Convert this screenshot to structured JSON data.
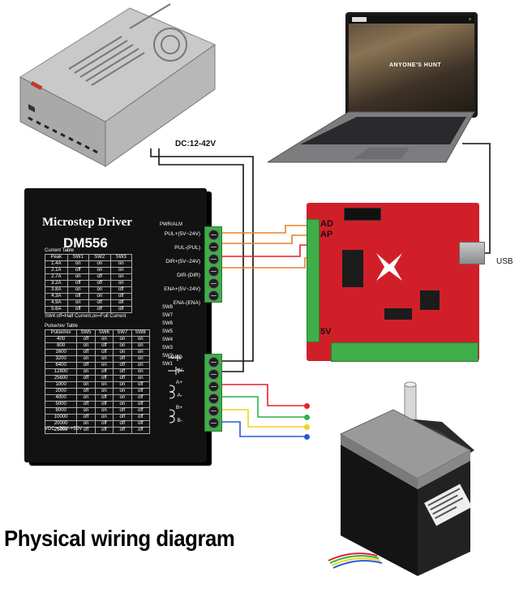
{
  "title": "Physical wiring diagram",
  "power_label": "DC:12-42V",
  "usb_label": "USB",
  "driver": {
    "title": "Microstep Driver",
    "model": "DM556",
    "pwr_alm": "PWR/ALM",
    "control_pins": [
      "PUL+(5V~24V)",
      "PUL-(PUL)",
      "DIR+(5V~24V)",
      "DIR-(DIR)",
      "ENA+(5V~24V)",
      "ENA-(ENA)"
    ],
    "power_pins": [
      "GND",
      "+V",
      "A+",
      "A-",
      "B+",
      "B-"
    ],
    "current_table": {
      "caption": "Current  Table",
      "headers": [
        "Peak",
        "SW1",
        "SW2",
        "SW3"
      ],
      "rows": [
        [
          "1.4A",
          "on",
          "on",
          "on"
        ],
        [
          "2.1A",
          "off",
          "on",
          "on"
        ],
        [
          "2.7A",
          "on",
          "off",
          "on"
        ],
        [
          "3.2A",
          "off",
          "off",
          "on"
        ],
        [
          "3.8A",
          "on",
          "on",
          "off"
        ],
        [
          "4.3A",
          "off",
          "on",
          "off"
        ],
        [
          "4.9A",
          "on",
          "off",
          "off"
        ],
        [
          "5.6A",
          "off",
          "off",
          "off"
        ]
      ]
    },
    "sw4_note": "SW4:off=Half Current,on=Full Current",
    "pulse_table": {
      "caption": "Pulse/rev Table",
      "headers": [
        "Pulse/rev",
        "SW5",
        "SW6",
        "SW7",
        "SW8"
      ],
      "rows": [
        [
          "400",
          "off",
          "on",
          "on",
          "on"
        ],
        [
          "800",
          "on",
          "off",
          "on",
          "on"
        ],
        [
          "1600",
          "off",
          "off",
          "on",
          "on"
        ],
        [
          "3200",
          "on",
          "on",
          "off",
          "on"
        ],
        [
          "6400",
          "off",
          "on",
          "off",
          "on"
        ],
        [
          "12800",
          "on",
          "off",
          "off",
          "on"
        ],
        [
          "25600",
          "off",
          "off",
          "off",
          "on"
        ],
        [
          "1000",
          "on",
          "on",
          "on",
          "off"
        ],
        [
          "2000",
          "off",
          "on",
          "on",
          "off"
        ],
        [
          "4000",
          "on",
          "off",
          "on",
          "off"
        ],
        [
          "5000",
          "off",
          "off",
          "on",
          "off"
        ],
        [
          "8000",
          "on",
          "on",
          "off",
          "off"
        ],
        [
          "10000",
          "off",
          "on",
          "off",
          "off"
        ],
        [
          "20000",
          "on",
          "off",
          "off",
          "off"
        ],
        [
          "25000",
          "off",
          "off",
          "off",
          "off"
        ]
      ]
    },
    "switches": [
      "SW8",
      "SW7",
      "SW6",
      "SW5",
      "SW4",
      "SW3",
      "SW2",
      "SW1"
    ],
    "vdc": "VDC:+20V~+50V"
  },
  "board": {
    "ad_label": "AD",
    "ap_label": "AP",
    "v5_label": "5V"
  },
  "laptop": {
    "screen_text": "ANYONE'S HUNT"
  },
  "colors": {
    "wire_red": "#e8202a",
    "wire_green": "#2bb24c",
    "wire_yellow": "#f2d21b",
    "wire_blue": "#2b59d9",
    "wire_orange": "#e8822a",
    "wire_black": "#111111",
    "board_red": "#d11f2a",
    "terminal_green": "#3fae49"
  }
}
